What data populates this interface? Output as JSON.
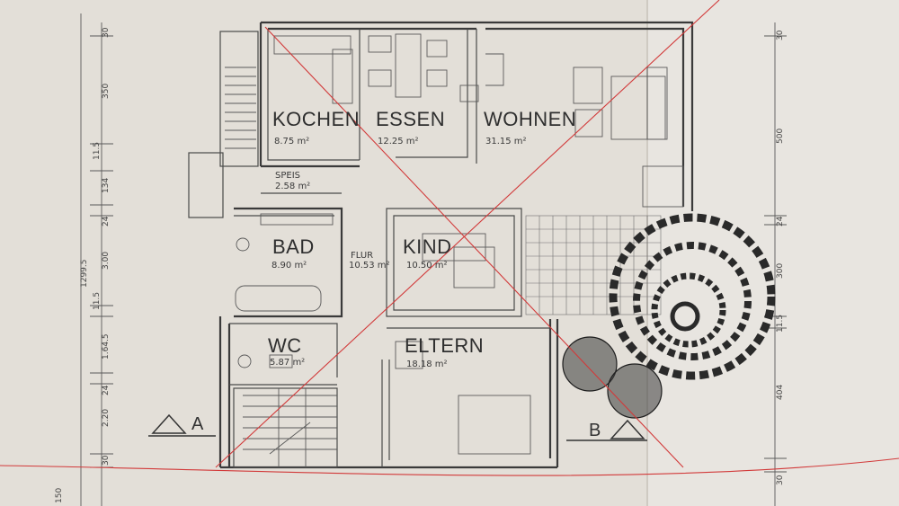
{
  "rooms": {
    "kochen": {
      "name": "KOCHEN",
      "area": "8.75 m²"
    },
    "essen": {
      "name": "ESSEN",
      "area": "12.25 m²"
    },
    "wohnen": {
      "name": "WOHNEN",
      "area": "31.15 m²"
    },
    "speis": {
      "name": "SPEIS",
      "area": "2.58 m²"
    },
    "bad": {
      "name": "BAD",
      "area": "8.90 m²"
    },
    "flur": {
      "name": "FLUR",
      "area": "10.53 m²"
    },
    "kind": {
      "name": "KIND",
      "area": "10.50 m²"
    },
    "wc": {
      "name": "WC",
      "area": "5.87 m²"
    },
    "eltern": {
      "name": "ELTERN",
      "area": "18.18 m²"
    }
  },
  "section_markers": {
    "a": "A",
    "b": "B"
  },
  "dimensions": {
    "left_total": "1299.5",
    "left": [
      "30",
      "350",
      "11.5",
      "134",
      "24",
      "3.00",
      "11.5",
      "1.64.5",
      "24",
      "2.20",
      "30",
      "150"
    ],
    "right": [
      "30",
      "500",
      "24",
      "300",
      "11.5",
      "404",
      "30"
    ]
  },
  "colors": {
    "paper": "#e3dfd8",
    "ink": "#3a3a3a",
    "crossout": "#d23a3a"
  }
}
